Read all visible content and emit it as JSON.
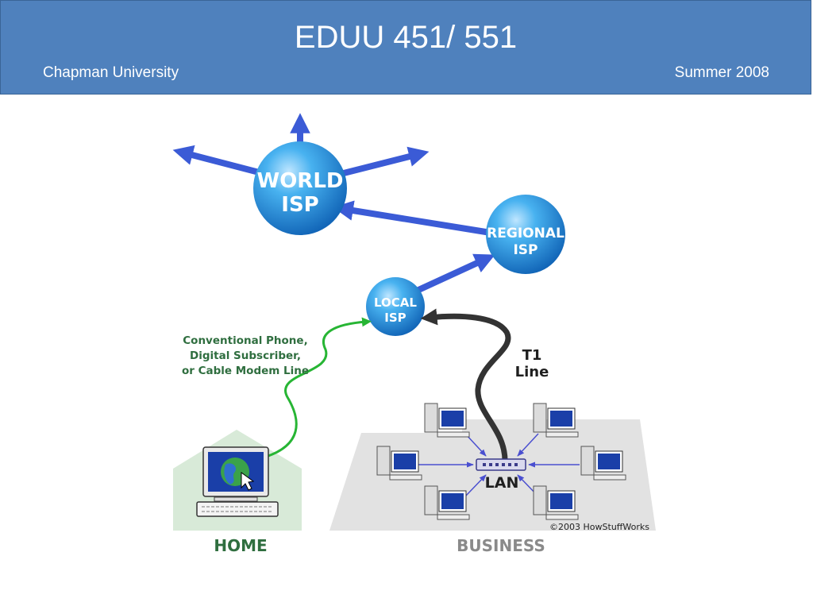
{
  "slide": {
    "title": "EDUU 451/ 551",
    "left_footer": "Chapman University",
    "right_footer": "Summer 2008"
  },
  "diagram": {
    "world_isp": [
      "WORLD",
      "ISP"
    ],
    "regional_isp": [
      "REGIONAL",
      "ISP"
    ],
    "local_isp": [
      "LOCAL",
      "ISP"
    ],
    "connection_label": [
      "Conventional Phone,",
      "Digital Subscriber,",
      "or Cable Modem Line"
    ],
    "t1_label": [
      "T1",
      "Line"
    ],
    "lan_label": "LAN",
    "home_label": "HOME",
    "business_label": "BUSINESS",
    "copyright": "©2003 HowStuffWorks"
  },
  "colors": {
    "header": "#4f81bd",
    "arrow_blue": "#3b5bd6",
    "globe_blue": "#2a8fd8",
    "green_line": "#27b534",
    "label_green": "#2f6e3f"
  }
}
